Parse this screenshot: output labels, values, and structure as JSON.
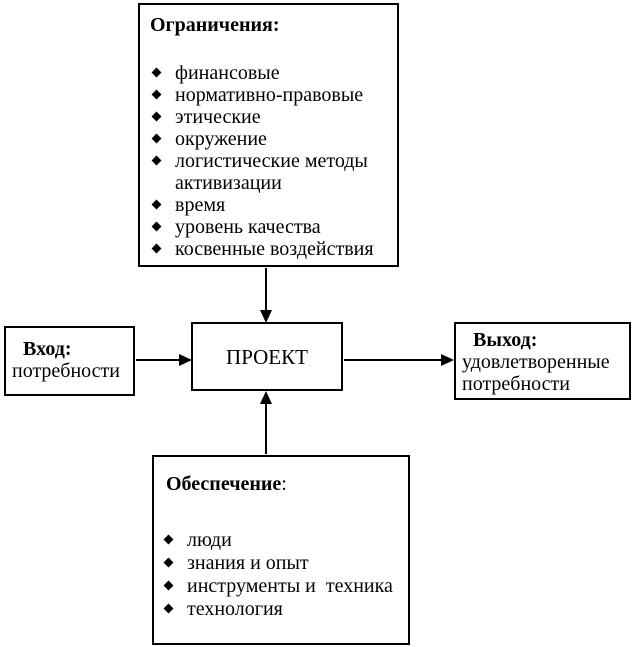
{
  "canvas": {
    "background": "#ffffff",
    "line_color": "#000000",
    "box_background": "#ffffff"
  },
  "icons": {
    "list_bullet": "diamond-bullet"
  },
  "boxes": {
    "constraints": {
      "title": "Ограничения:",
      "items": [
        "финансовые",
        "нормативно-правовые",
        "этические",
        "окружение",
        "логистические методы активизации",
        "время",
        "уровень качества",
        "косвенные воздействия"
      ]
    },
    "input": {
      "title": "Вход:",
      "body": "потребности"
    },
    "project": {
      "label": "ПРОЕКТ"
    },
    "output": {
      "title": "Выход:",
      "body": "удовлетворенные потребности"
    },
    "support": {
      "title": "Обеспечение",
      "title_suffix": ":",
      "items": [
        "люди",
        "знания и опыт",
        "инструменты и  техника",
        "технология"
      ]
    }
  }
}
